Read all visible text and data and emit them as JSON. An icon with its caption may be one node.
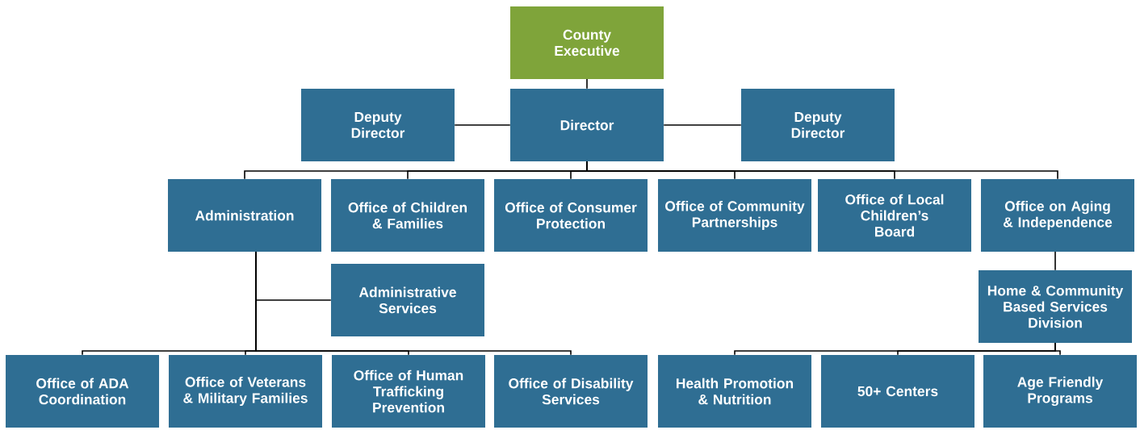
{
  "diagram": {
    "nodes": [
      {
        "text": [
          "County Executive"
        ]
      },
      {
        "text": [
          "Deputy Director"
        ]
      },
      {
        "text": [
          "Director"
        ]
      },
      {
        "text": [
          "Deputy Director"
        ]
      },
      {
        "text": [
          "Administration"
        ]
      },
      {
        "text": [
          "Office of Children & Families"
        ]
      },
      {
        "text": [
          "Office of Consumer Protection"
        ]
      },
      {
        "text": [
          "Office of Community Partnerships"
        ]
      },
      {
        "text": [
          "Office of Local Children’s Board"
        ]
      },
      {
        "text": [
          "Office on Aging & Independence"
        ]
      },
      {
        "text": [
          "Administrative Services"
        ]
      },
      {
        "text": [
          "Home & Community Based Services Division"
        ]
      },
      {
        "text": [
          "Office of ADA Coordination"
        ]
      },
      {
        "text": [
          "Office of Veterans & Military Families"
        ]
      },
      {
        "text": [
          "Office of Human Trafficking Prevention"
        ]
      },
      {
        "text": [
          "Office of Disability Services"
        ]
      },
      {
        "text": [
          "Health Promotion & Nutrition"
        ]
      },
      {
        "text": [
          "50+ Centers"
        ]
      },
      {
        "text": [
          "Age Friendly Programs"
        ]
      }
    ],
    "edges": [
      {
        "from": 0,
        "to": 2,
        "arrow": "none"
      },
      {
        "from": 2,
        "to": 1,
        "arrow": "none"
      },
      {
        "from": 2,
        "to": 3,
        "arrow": "none"
      },
      {
        "from": 2,
        "to": 4,
        "arrow": "none"
      },
      {
        "from": 2,
        "to": 5,
        "arrow": "none"
      },
      {
        "from": 2,
        "to": 6,
        "arrow": "none"
      },
      {
        "from": 2,
        "to": 7,
        "arrow": "none"
      },
      {
        "from": 2,
        "to": 8,
        "arrow": "none"
      },
      {
        "from": 2,
        "to": 9,
        "arrow": "none"
      },
      {
        "from": 4,
        "to": 10,
        "arrow": "none"
      },
      {
        "from": 4,
        "to": 12,
        "arrow": "none"
      },
      {
        "from": 4,
        "to": 13,
        "arrow": "none"
      },
      {
        "from": 4,
        "to": 14,
        "arrow": "none"
      },
      {
        "from": 4,
        "to": 15,
        "arrow": "none"
      },
      {
        "from": 9,
        "to": 11,
        "arrow": "none"
      },
      {
        "from": 11,
        "to": 16,
        "arrow": "none"
      },
      {
        "from": 11,
        "to": 17,
        "arrow": "none"
      },
      {
        "from": 11,
        "to": 18,
        "arrow": "none"
      }
    ]
  }
}
